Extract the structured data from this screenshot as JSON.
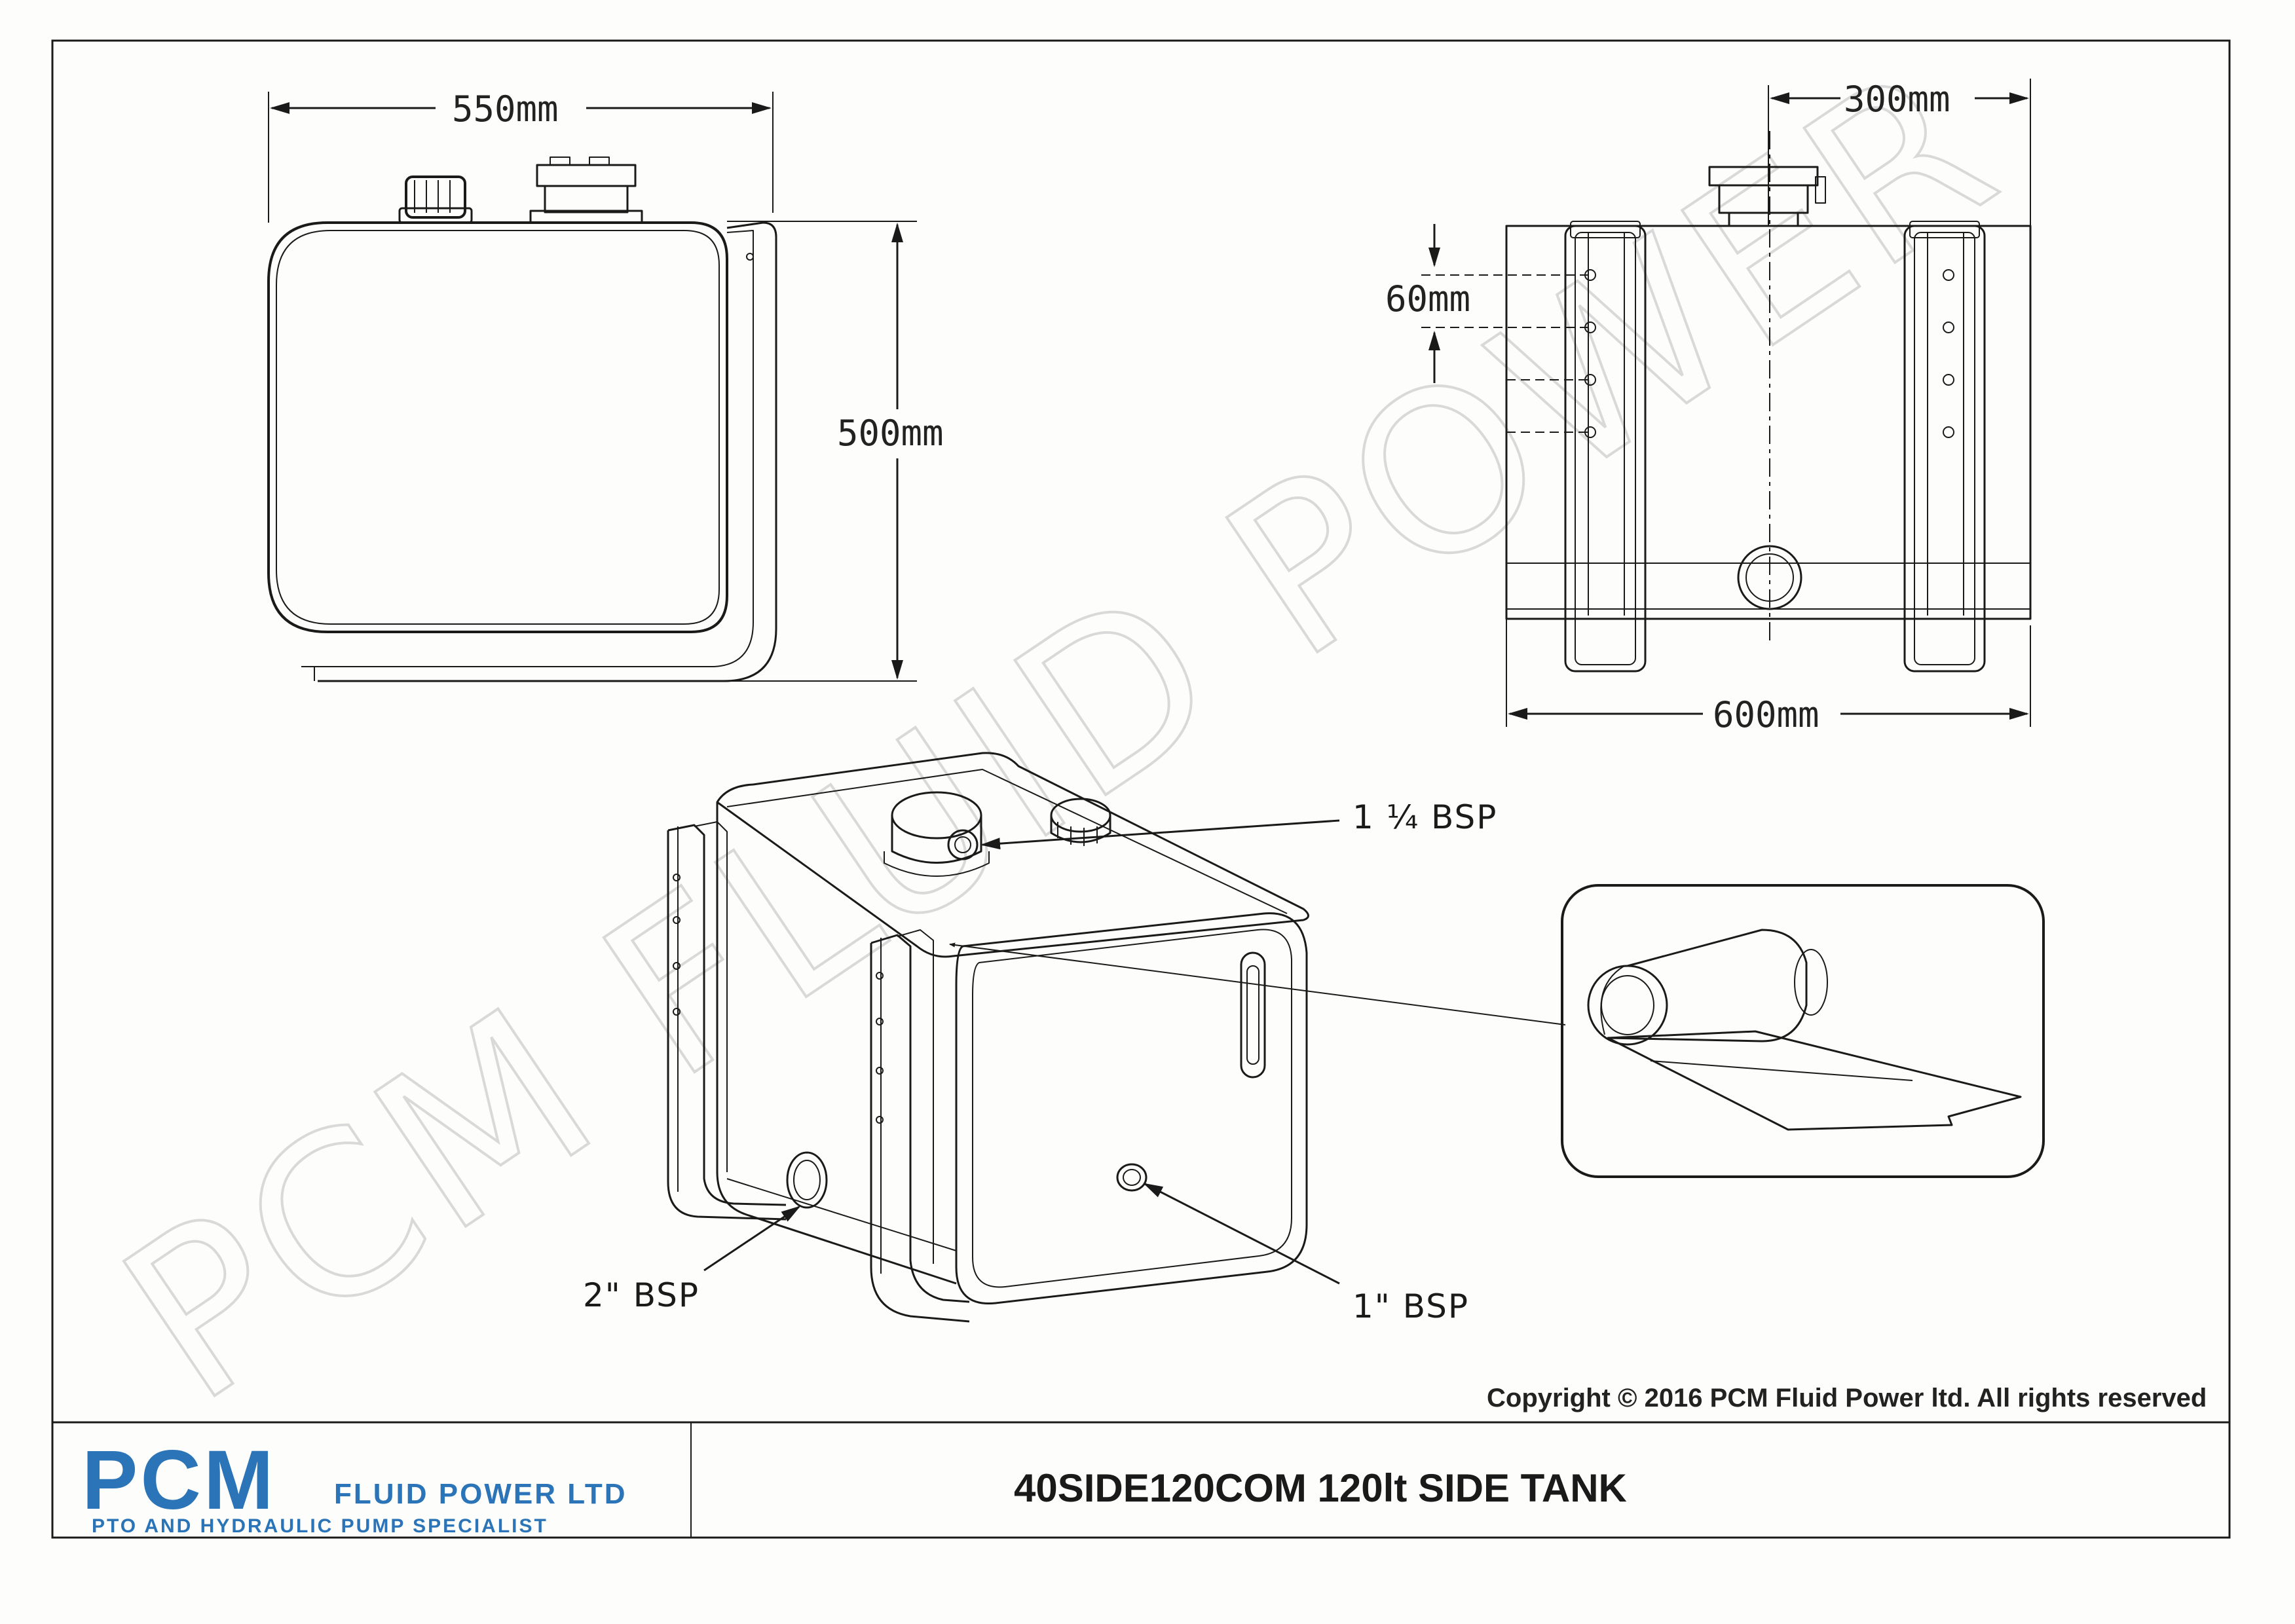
{
  "watermark": "PCM FLUID POWER",
  "front_view": {
    "width_label": "550mm",
    "height_label": "500mm"
  },
  "side_view": {
    "depth_label": "300mm",
    "pitch_label": "60mm",
    "length_label": "600mm"
  },
  "iso_view": {
    "callout_filler": "1 ¼ BSP",
    "callout_outlet": "2\" BSP",
    "callout_drain": "1\" BSP"
  },
  "copyright": "Copyright © 2016 PCM Fluid Power ltd. All rights reserved",
  "title_block": {
    "logo_main": "PCM",
    "logo_sub": "FLUID POWER LTD",
    "tagline": "PTO AND HYDRAULIC PUMP SPECIALIST",
    "drawing_title": "40SIDE120COM 120lt SIDE TANK"
  },
  "colors": {
    "brand_blue": "#2b74b8",
    "line": "#1a1a1a"
  }
}
